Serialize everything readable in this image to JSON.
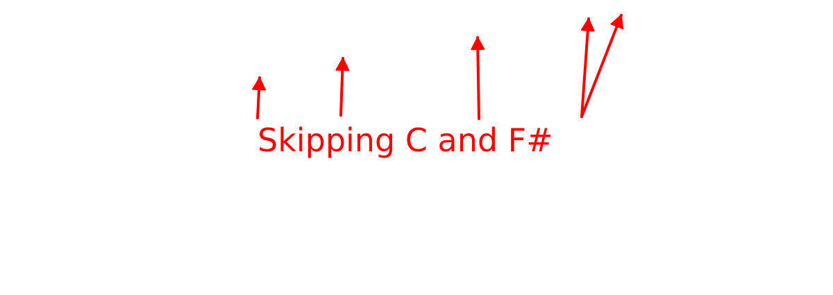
{
  "annotation": {
    "text": "Skipping C and F#",
    "color": "#ff0000"
  },
  "arrows": [
    {
      "name": "arrow-1"
    },
    {
      "name": "arrow-2"
    },
    {
      "name": "arrow-3"
    },
    {
      "name": "arrow-4"
    },
    {
      "name": "arrow-5"
    }
  ]
}
